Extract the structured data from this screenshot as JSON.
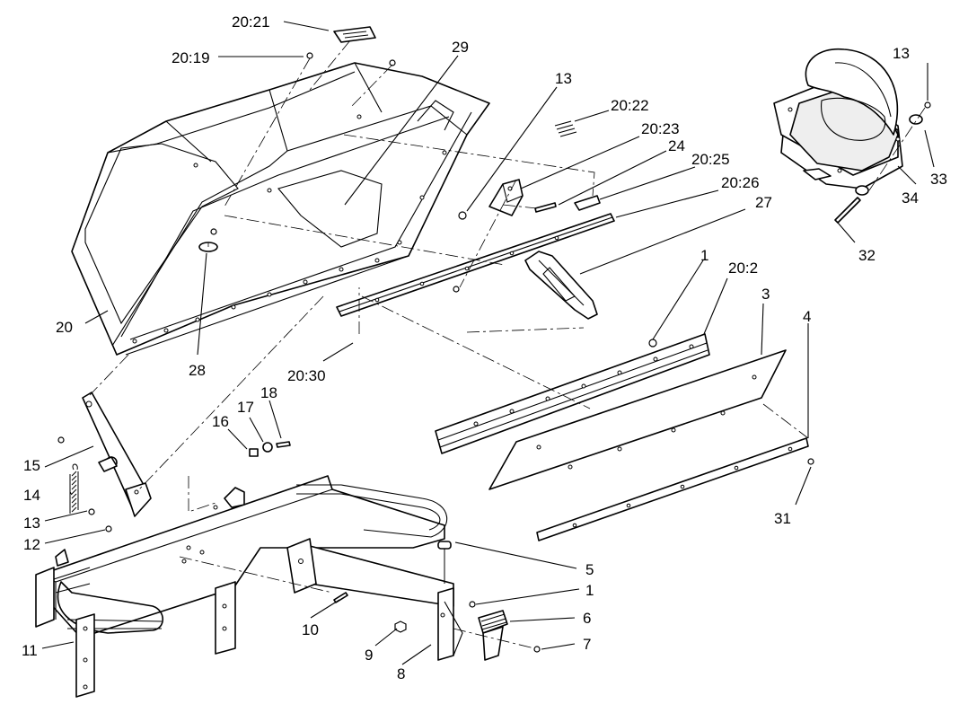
{
  "callouts": [
    {
      "id": "c20_21",
      "text": "20:21"
    },
    {
      "id": "c20_19",
      "text": "20:19"
    },
    {
      "id": "c29",
      "text": "29"
    },
    {
      "id": "c13a",
      "text": "13"
    },
    {
      "id": "c20_22",
      "text": "20:22"
    },
    {
      "id": "c20_23",
      "text": "20:23"
    },
    {
      "id": "c24",
      "text": "24"
    },
    {
      "id": "c20_25",
      "text": "20:25"
    },
    {
      "id": "c20_26",
      "text": "20:26"
    },
    {
      "id": "c27",
      "text": "27"
    },
    {
      "id": "c13b",
      "text": "13"
    },
    {
      "id": "c33",
      "text": "33"
    },
    {
      "id": "c34",
      "text": "34"
    },
    {
      "id": "c32",
      "text": "32"
    },
    {
      "id": "c20",
      "text": "20"
    },
    {
      "id": "c28",
      "text": "28"
    },
    {
      "id": "c20_30",
      "text": "20:30"
    },
    {
      "id": "c1a",
      "text": "1"
    },
    {
      "id": "c20_2",
      "text": "20:2"
    },
    {
      "id": "c3",
      "text": "3"
    },
    {
      "id": "c4",
      "text": "4"
    },
    {
      "id": "c31",
      "text": "31"
    },
    {
      "id": "c18",
      "text": "18"
    },
    {
      "id": "c17",
      "text": "17"
    },
    {
      "id": "c16",
      "text": "16"
    },
    {
      "id": "c15",
      "text": "15"
    },
    {
      "id": "c14",
      "text": "14"
    },
    {
      "id": "c13c",
      "text": "13"
    },
    {
      "id": "c12",
      "text": "12"
    },
    {
      "id": "c5",
      "text": "5"
    },
    {
      "id": "c1b",
      "text": "1"
    },
    {
      "id": "c6",
      "text": "6"
    },
    {
      "id": "c7",
      "text": "7"
    },
    {
      "id": "c10",
      "text": "10"
    },
    {
      "id": "c9",
      "text": "9"
    },
    {
      "id": "c8",
      "text": "8"
    },
    {
      "id": "c11",
      "text": "11"
    }
  ]
}
